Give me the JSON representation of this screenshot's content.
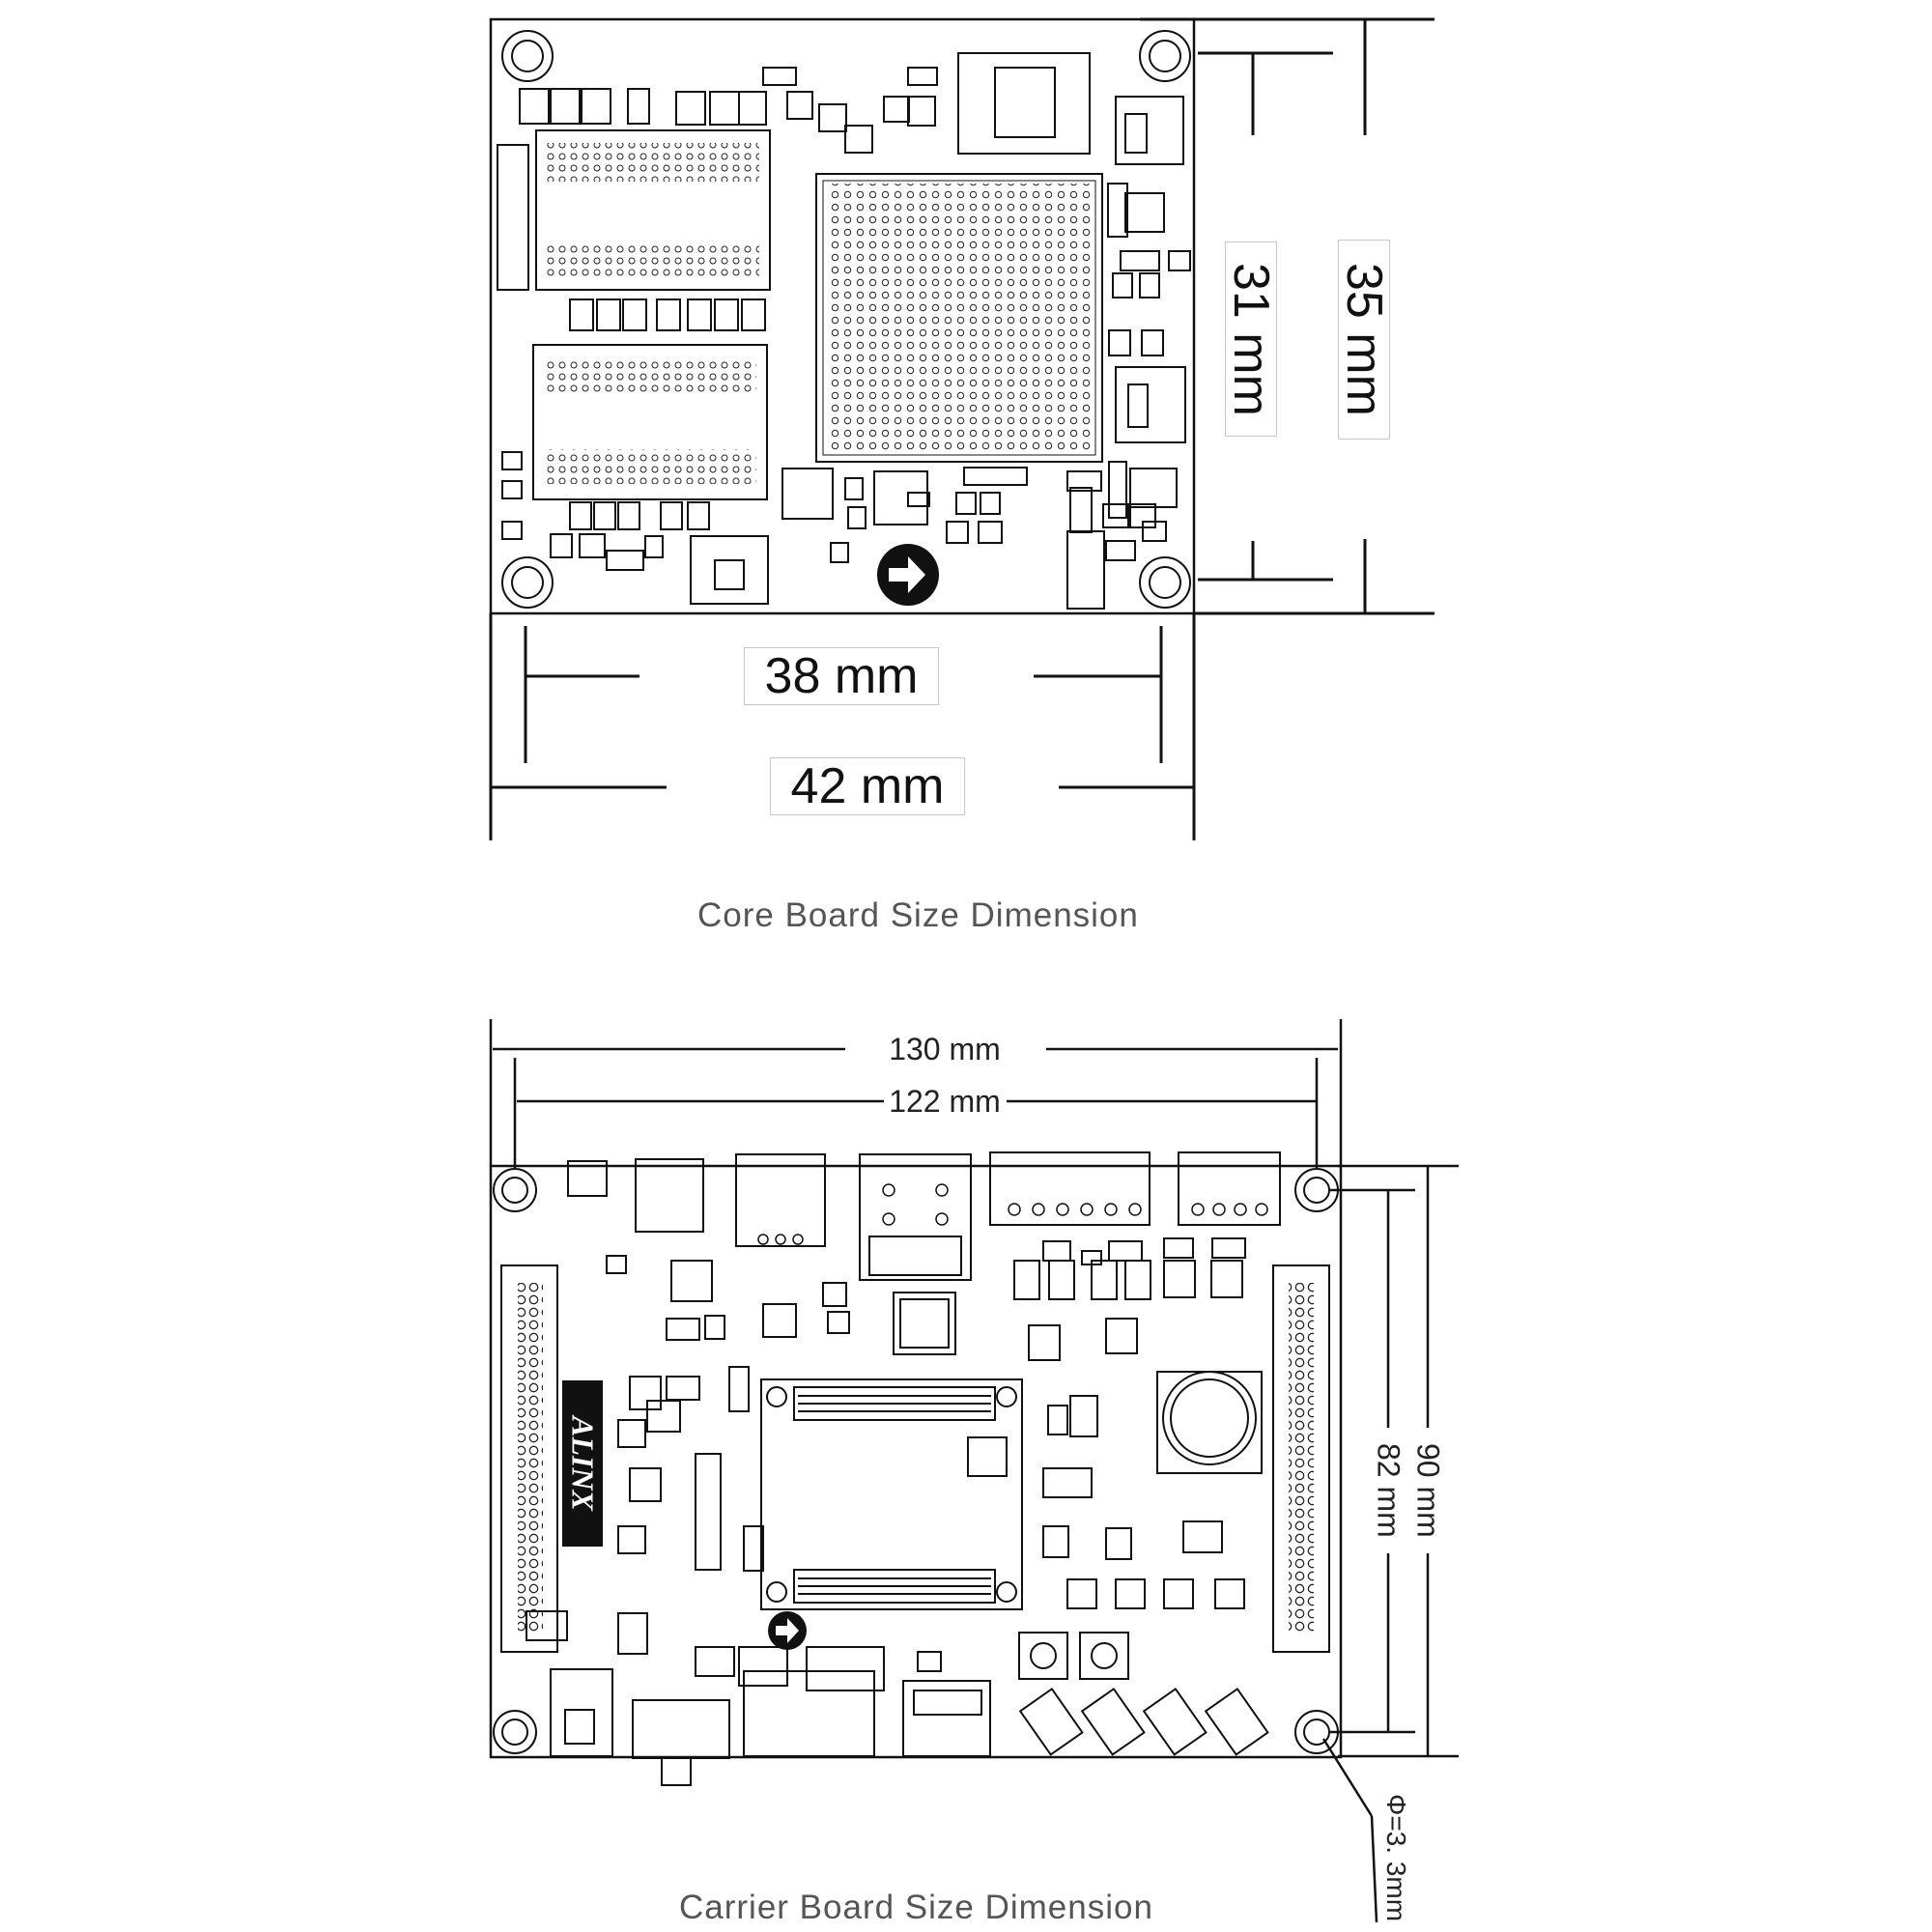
{
  "core_board": {
    "caption": "Core Board Size Dimension",
    "dimensions": {
      "inner_width": "38 mm",
      "outer_width": "42 mm",
      "inner_height": "31 mm",
      "outer_height": "35 mm"
    }
  },
  "carrier_board": {
    "caption": "Carrier Board Size Dimension",
    "logo": "ALINX",
    "dimensions": {
      "outer_width": "130 mm",
      "inner_width": "122 mm",
      "outer_height": "90 mm",
      "inner_height": "82 mm",
      "hole_diameter": "Φ=3. 3mm"
    }
  },
  "colors": {
    "line": "#111111",
    "caption_text": "#555555",
    "label_border": "#c8c8c8"
  },
  "icons": [
    "orientation-arrow-icon",
    "mounting-hole-icon",
    "ic-chip-icon",
    "connector-icon"
  ]
}
